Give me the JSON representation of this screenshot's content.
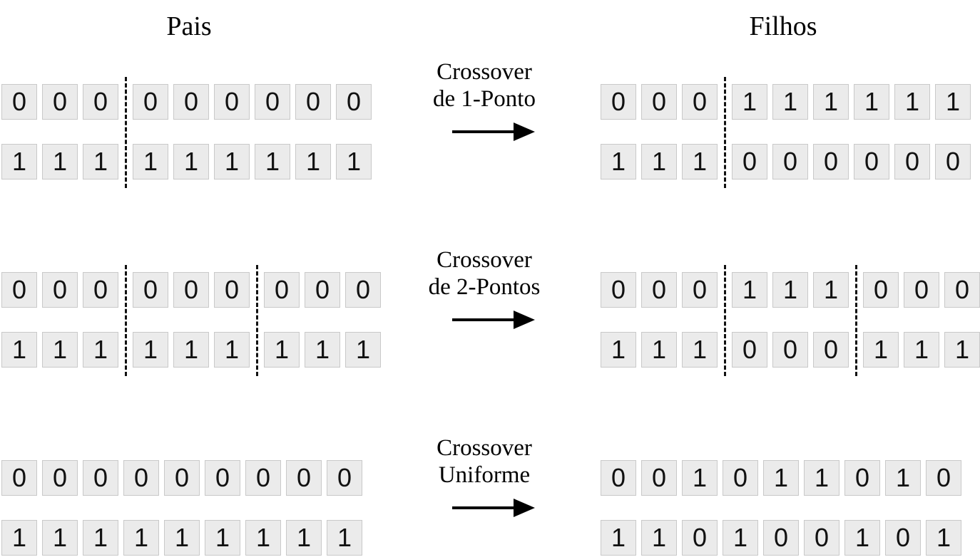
{
  "headers": {
    "parents": "Pais",
    "children": "Filhos"
  },
  "operations": [
    {
      "name": "crossover-1-point",
      "label_line1": "Crossover",
      "label_line2": "de 1-Ponto",
      "parents": [
        "000000000",
        "111111111"
      ],
      "children": [
        "000111111",
        "111000000"
      ],
      "cut_points": [
        3
      ]
    },
    {
      "name": "crossover-2-points",
      "label_line1": "Crossover",
      "label_line2": "de 2-Pontos",
      "parents": [
        "000000000",
        "111111111"
      ],
      "children": [
        "000111000",
        "111000111"
      ],
      "cut_points": [
        3,
        6
      ]
    },
    {
      "name": "crossover-uniform",
      "label_line1": "Crossover",
      "label_line2": "Uniforme",
      "parents": [
        "000000000",
        "111111111"
      ],
      "children": [
        "001011010",
        "110100101"
      ],
      "cut_points": []
    }
  ]
}
